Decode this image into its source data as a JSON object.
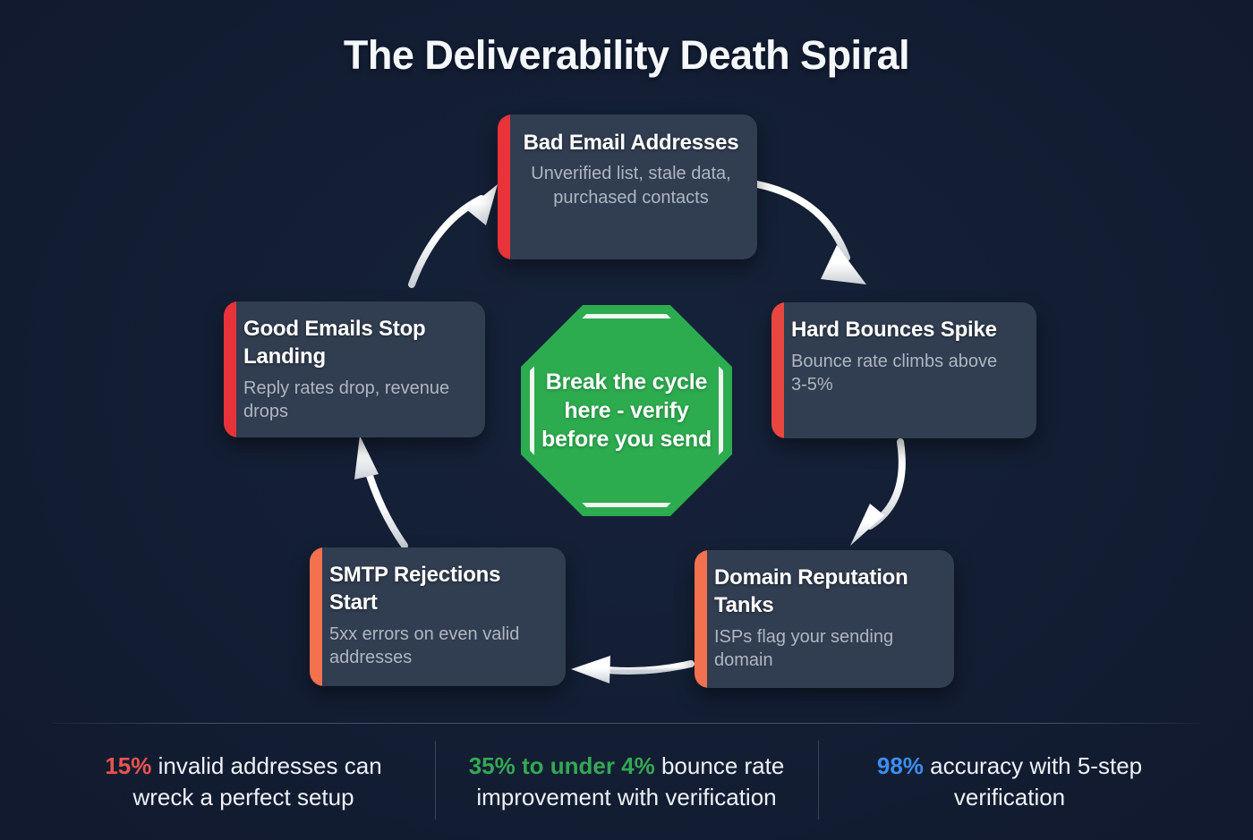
{
  "title": "The Deliverability Death Spiral",
  "colors": {
    "background": "#131e34",
    "card": "#313d50",
    "accent_red": "#e8333a",
    "accent_orange": "#f4714f",
    "green": "#2cab4f",
    "blue": "#2f86e8",
    "arrow": "#f2f4f7"
  },
  "cycle": {
    "steps": [
      {
        "id": "bad-email-addresses",
        "title": "Bad Email Addresses",
        "subtitle": "Unverified list, stale data, purchased contacts",
        "accent": "#e8333a"
      },
      {
        "id": "hard-bounces-spike",
        "title": "Hard Bounces Spike",
        "subtitle": "Bounce rate climbs above 3-5%",
        "accent": "#e8473f"
      },
      {
        "id": "domain-reputation-tanks",
        "title": "Domain Reputation Tanks",
        "subtitle": "ISPs flag your sending domain",
        "accent": "#f4714f"
      },
      {
        "id": "smtp-rejections-start",
        "title": "SMTP Rejections Start",
        "subtitle": "5xx errors on even valid addresses",
        "accent": "#f4714f"
      },
      {
        "id": "good-emails-stop-landing",
        "title": "Good Emails Stop Landing",
        "subtitle": "Reply rates drop, revenue drops",
        "accent": "#e8333a"
      }
    ]
  },
  "center": {
    "label": "Break the cycle here - verify before you send",
    "shape": "octagon-stop-sign"
  },
  "footer": {
    "stats": [
      {
        "highlight": "15%",
        "highlight_color": "#e8554f",
        "text": " invalid addresses can wreck a perfect setup"
      },
      {
        "highlight": "35% to under 4%",
        "highlight_color": "#34a853",
        "text": " bounce rate improvement with verification"
      },
      {
        "highlight": "98%",
        "highlight_color": "#3b8ef0",
        "text": " accuracy with 5-step verification"
      }
    ]
  }
}
